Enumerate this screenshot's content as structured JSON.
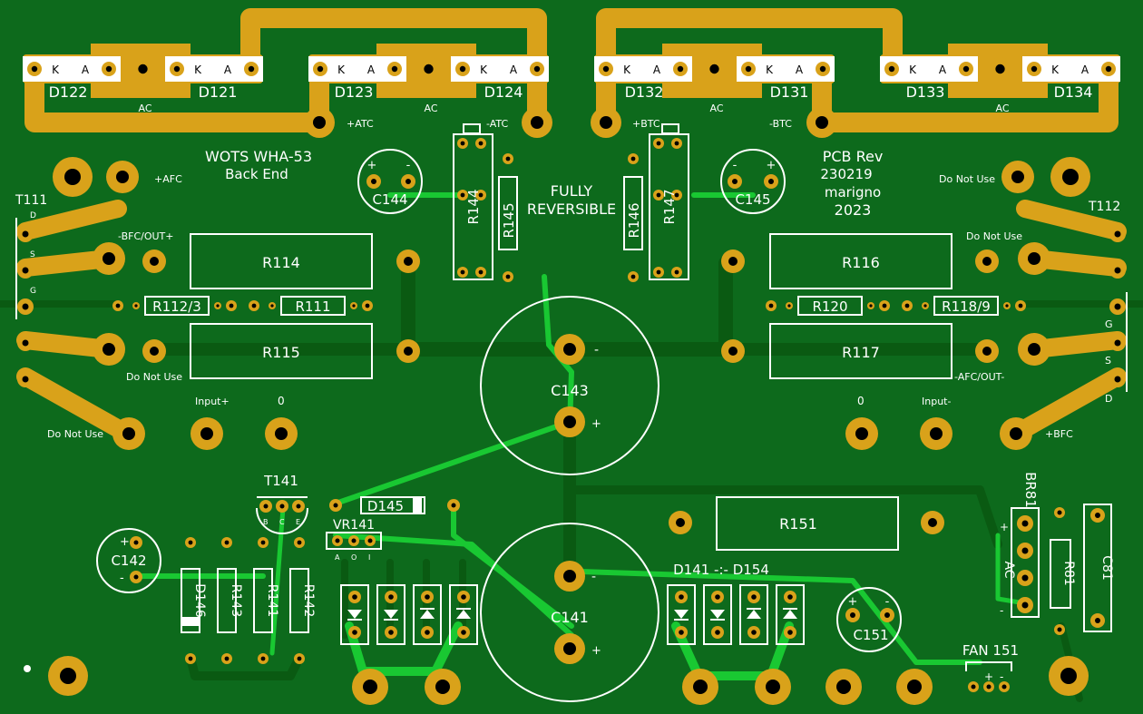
{
  "board": {
    "title_left": "WOTS WHA-53",
    "subtitle_left": "Back End",
    "rev_label": "PCB Rev",
    "rev_number": "230219",
    "author": "marigno",
    "year": "2023",
    "center_note_1": "FULLY",
    "center_note_2": "REVERSIBLE",
    "colors": {
      "board": "#0d6a1c",
      "copper": "#d9a21a",
      "silk": "#ffffff",
      "trace_green": "#19c832",
      "trace_dark": "#0a5a12"
    }
  },
  "diode_blocks": [
    {
      "id": "D122",
      "pins": [
        "K",
        "A"
      ]
    },
    {
      "id": "D121",
      "pins": [
        "K",
        "A"
      ]
    },
    {
      "id": "D123",
      "pins": [
        "K",
        "A"
      ]
    },
    {
      "id": "D124",
      "pins": [
        "K",
        "A"
      ]
    },
    {
      "id": "D132",
      "pins": [
        "K",
        "A"
      ]
    },
    {
      "id": "D131",
      "pins": [
        "K",
        "A"
      ]
    },
    {
      "id": "D133",
      "pins": [
        "K",
        "A"
      ]
    },
    {
      "id": "D134",
      "pins": [
        "K",
        "A"
      ]
    }
  ],
  "ac_labels": [
    "AC",
    "AC",
    "AC",
    "AC"
  ],
  "net_labels": {
    "atc_pos": "+ATC",
    "atc_neg": "-ATC",
    "btc_pos": "+BTC",
    "btc_neg": "-BTC",
    "afc_pos": "+AFC",
    "bfc_out": "-BFC/OUT+",
    "afc_out": "-AFC/OUT-",
    "bfc_pos": "+BFC",
    "input_pos": "Input+",
    "input_neg": "Input-",
    "zero_left": "0",
    "zero_right": "0",
    "do_not_use": "Do Not Use"
  },
  "transistors": {
    "t111": {
      "label": "T111",
      "pins": [
        "D",
        "S",
        "G"
      ]
    },
    "t112": {
      "label": "T112",
      "pins": [
        "G",
        "S",
        "D"
      ]
    },
    "t141": {
      "label": "T141",
      "pins": [
        "B",
        "C",
        "E"
      ]
    }
  },
  "resistors": {
    "r114": "R114",
    "r115": "R115",
    "r116": "R116",
    "r117": "R117",
    "r111": "R111",
    "r1123": "R112/3",
    "r120": "R120",
    "r1189": "R118/9",
    "r144": "R144",
    "r145": "R145",
    "r146": "R146",
    "r147": "R147",
    "r143": "R143",
    "r141": "R141",
    "r142": "R142",
    "r151": "R151",
    "r81": "R81"
  },
  "capacitors": {
    "c143": "C143",
    "c141": "C141",
    "c144": "C144",
    "c145": "C145",
    "c142": "C142",
    "c151": "C151",
    "c81": "C81",
    "plus": "+",
    "minus": "-"
  },
  "misc": {
    "d145": "D145",
    "d146": "D146",
    "vr141": "VR141",
    "vr_pins": [
      "A",
      "O",
      "I"
    ],
    "diode_array": "D141 -:- D154",
    "bridge": "BR81",
    "bridge_ac": "AC",
    "fan": "FAN 151"
  }
}
